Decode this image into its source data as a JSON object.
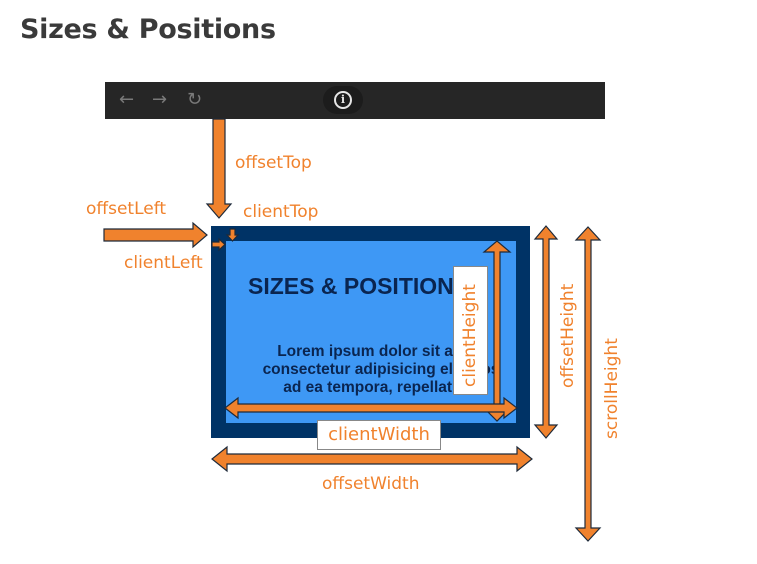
{
  "title": "Sizes & Positions",
  "browser": {
    "back_icon": "back-arrow-icon",
    "forward_icon": "forward-arrow-icon",
    "reload_icon": "reload-icon",
    "info_icon": "info-icon",
    "back_glyph": "←",
    "forward_glyph": "→",
    "reload_glyph": "↻",
    "info_glyph": "i"
  },
  "content": {
    "heading": "SIZES & POSITIONS",
    "body": "Lorem ipsum dolor sit amet,\nconsectetur adipisicing elit. Eos\nad ea tempora, repellat illo",
    "overflow_text": "..."
  },
  "labels": {
    "offset_top": "offsetTop",
    "offset_left": "offsetLeft",
    "client_top": "clientTop",
    "client_left": "clientLeft",
    "client_height": "clientHeight",
    "offset_height": "offsetHeight",
    "scroll_height": "scrollHeight",
    "client_width": "clientWidth",
    "offset_width": "offsetWidth"
  },
  "colors": {
    "arrow": "#f0822d",
    "arrow_stroke": "#1e2a3a",
    "outer_box": "#003366",
    "inner_box": "#3e98f5",
    "toolbar": "#262626"
  }
}
